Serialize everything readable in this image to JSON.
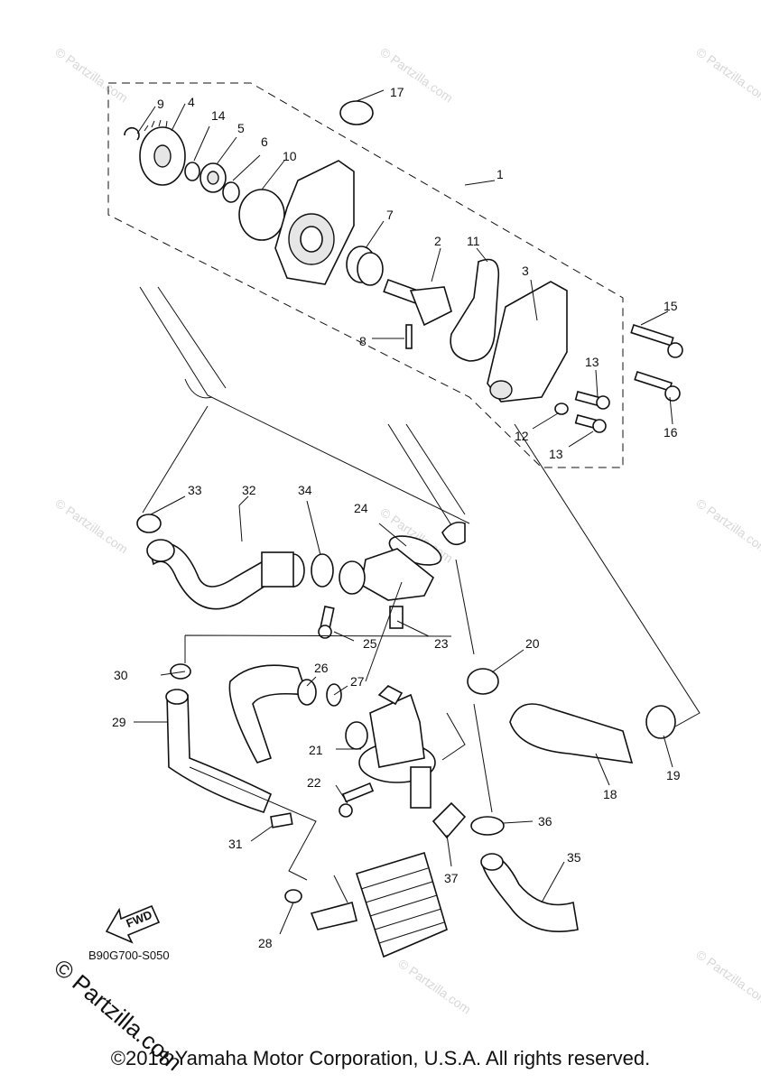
{
  "watermark": "© Partzilla.com",
  "drawing_code": "B90G700-S050",
  "fwd_label": "FWD",
  "partzilla_mark": "© Partzilla.com",
  "copyright": "©2018 Yamaha Motor Corporation, U.S.A. All rights reserved.",
  "callouts": {
    "c1": "1",
    "c2": "2",
    "c3": "3",
    "c4": "4",
    "c5": "5",
    "c6": "6",
    "c7": "7",
    "c8": "8",
    "c9": "9",
    "c10": "10",
    "c11": "11",
    "c12": "12",
    "c13a": "13",
    "c13b": "13",
    "c14": "14",
    "c15": "15",
    "c16": "16",
    "c17": "17",
    "c18": "18",
    "c19": "19",
    "c20": "20",
    "c21": "21",
    "c22": "22",
    "c23": "23",
    "c24": "24",
    "c25": "25",
    "c26": "26",
    "c27": "27",
    "c28": "28",
    "c29": "29",
    "c30": "30",
    "c31": "31",
    "c32": "32",
    "c33": "33",
    "c34": "34",
    "c35": "35",
    "c36": "36",
    "c37": "37"
  }
}
